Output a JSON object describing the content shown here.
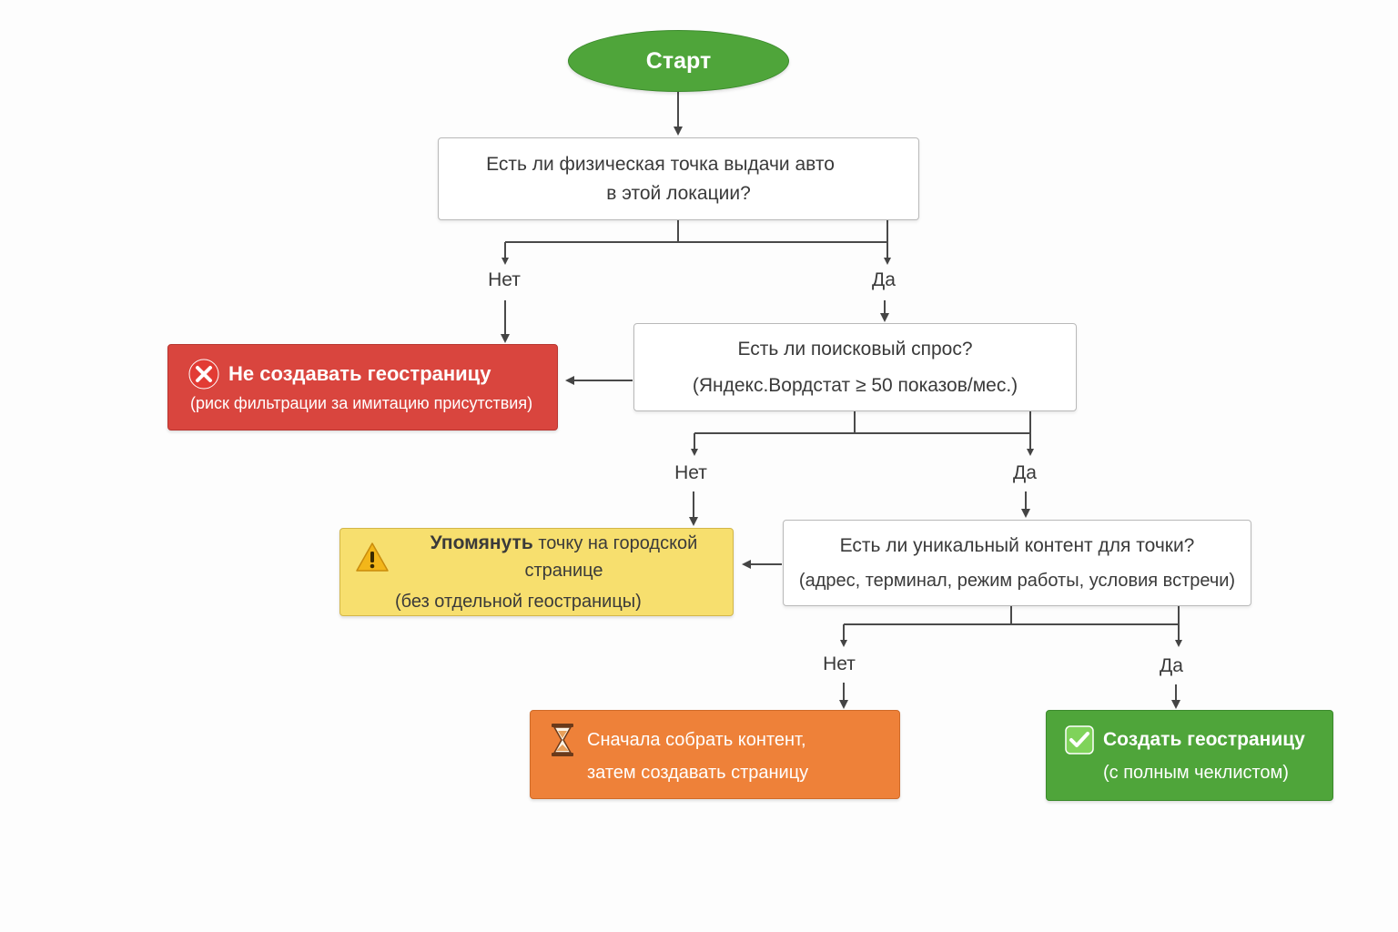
{
  "start": {
    "label": "Старт"
  },
  "q1": {
    "line1": "Есть ли физическая точка выдачи авто",
    "line2": "в этой локации?"
  },
  "q2": {
    "line1": "Есть ли поисковый спрос?",
    "line2": "(Яндекс.Вордстат ≥ 50 показов/мес.)"
  },
  "q3": {
    "line1": "Есть ли уникальный контент для точки?",
    "line2": "(адрес, терминал, режим работы, условия встречи)"
  },
  "branches": {
    "no": "Нет",
    "yes": "Да"
  },
  "results": {
    "red": {
      "icon": "cross-icon",
      "title": "Не создавать геостраницу",
      "note": "(риск фильтрации за имитацию присутствия)",
      "color": "#d9453e"
    },
    "yellow": {
      "icon": "warning-icon",
      "title_bold": "Упомянуть",
      "title_rest": "точку на городской странице",
      "note": "(без отдельной геостраницы)",
      "color": "#f7df6e"
    },
    "orange": {
      "icon": "hourglass-icon",
      "line1": "Сначала собрать контент,",
      "line2": "затем создавать страницу",
      "color": "#ee8139"
    },
    "green": {
      "icon": "checkmark-icon",
      "title": "Создать геостраницу",
      "note": "(с полным чеклистом)",
      "color": "#4fa53a"
    }
  }
}
